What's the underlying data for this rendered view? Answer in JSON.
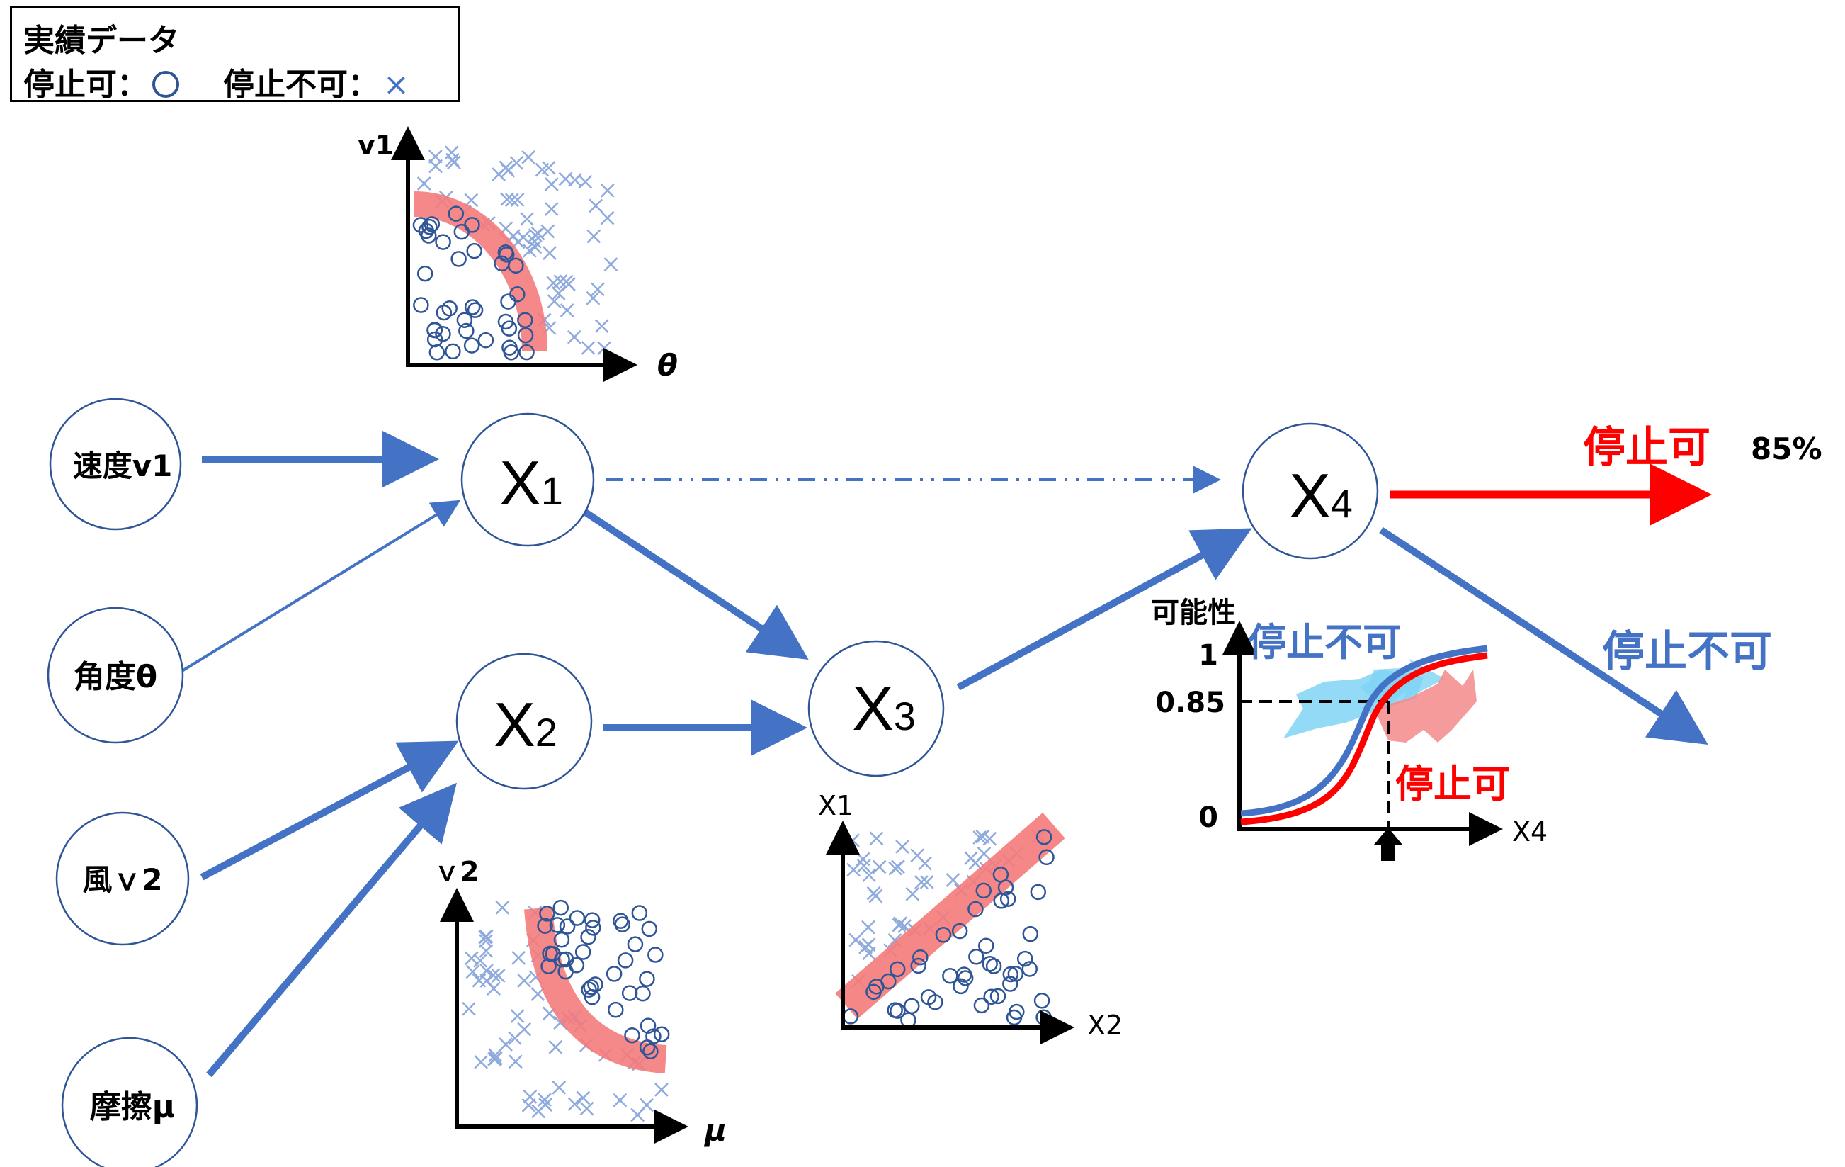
{
  "legend": {
    "title": "実績データ",
    "stoppable_label": "停止可：",
    "unstoppable_label": "停止不可：",
    "unstoppable_symbol": "×"
  },
  "nodes": {
    "speed": "速度v1",
    "angle": "角度θ",
    "wind": "風ｖ2",
    "friction": "摩擦μ",
    "x1": {
      "main": "X",
      "sub": "1"
    },
    "x2": {
      "main": "X",
      "sub": "2"
    },
    "x3": {
      "main": "X",
      "sub": "3"
    },
    "x4": {
      "main": "X",
      "sub": "4"
    }
  },
  "outputs": {
    "stoppable": "停止可",
    "percent": "85%",
    "unstoppable": "停止不可"
  },
  "scatter_plots": {
    "v1_theta": {
      "y_label": "v1",
      "x_label": "θ"
    },
    "v2_mu": {
      "y_label": "ｖ2",
      "x_label": "μ"
    },
    "x1_x2": {
      "y_label": "X1",
      "x_label": "X2"
    }
  },
  "probability_chart": {
    "y_label": "可能性",
    "x_label": "X4",
    "ticks": [
      "1",
      "0.85",
      "0"
    ],
    "unstoppable_label": "停止不可",
    "stoppable_label": "停止可"
  },
  "colors": {
    "arrow_blue": "#4472c4",
    "node_border": "#2f5597",
    "red": "#ff0000",
    "highlight_pink": "#f47b7b",
    "light_blue": "#7fd3f4",
    "marker_blue": "#2f5597"
  }
}
